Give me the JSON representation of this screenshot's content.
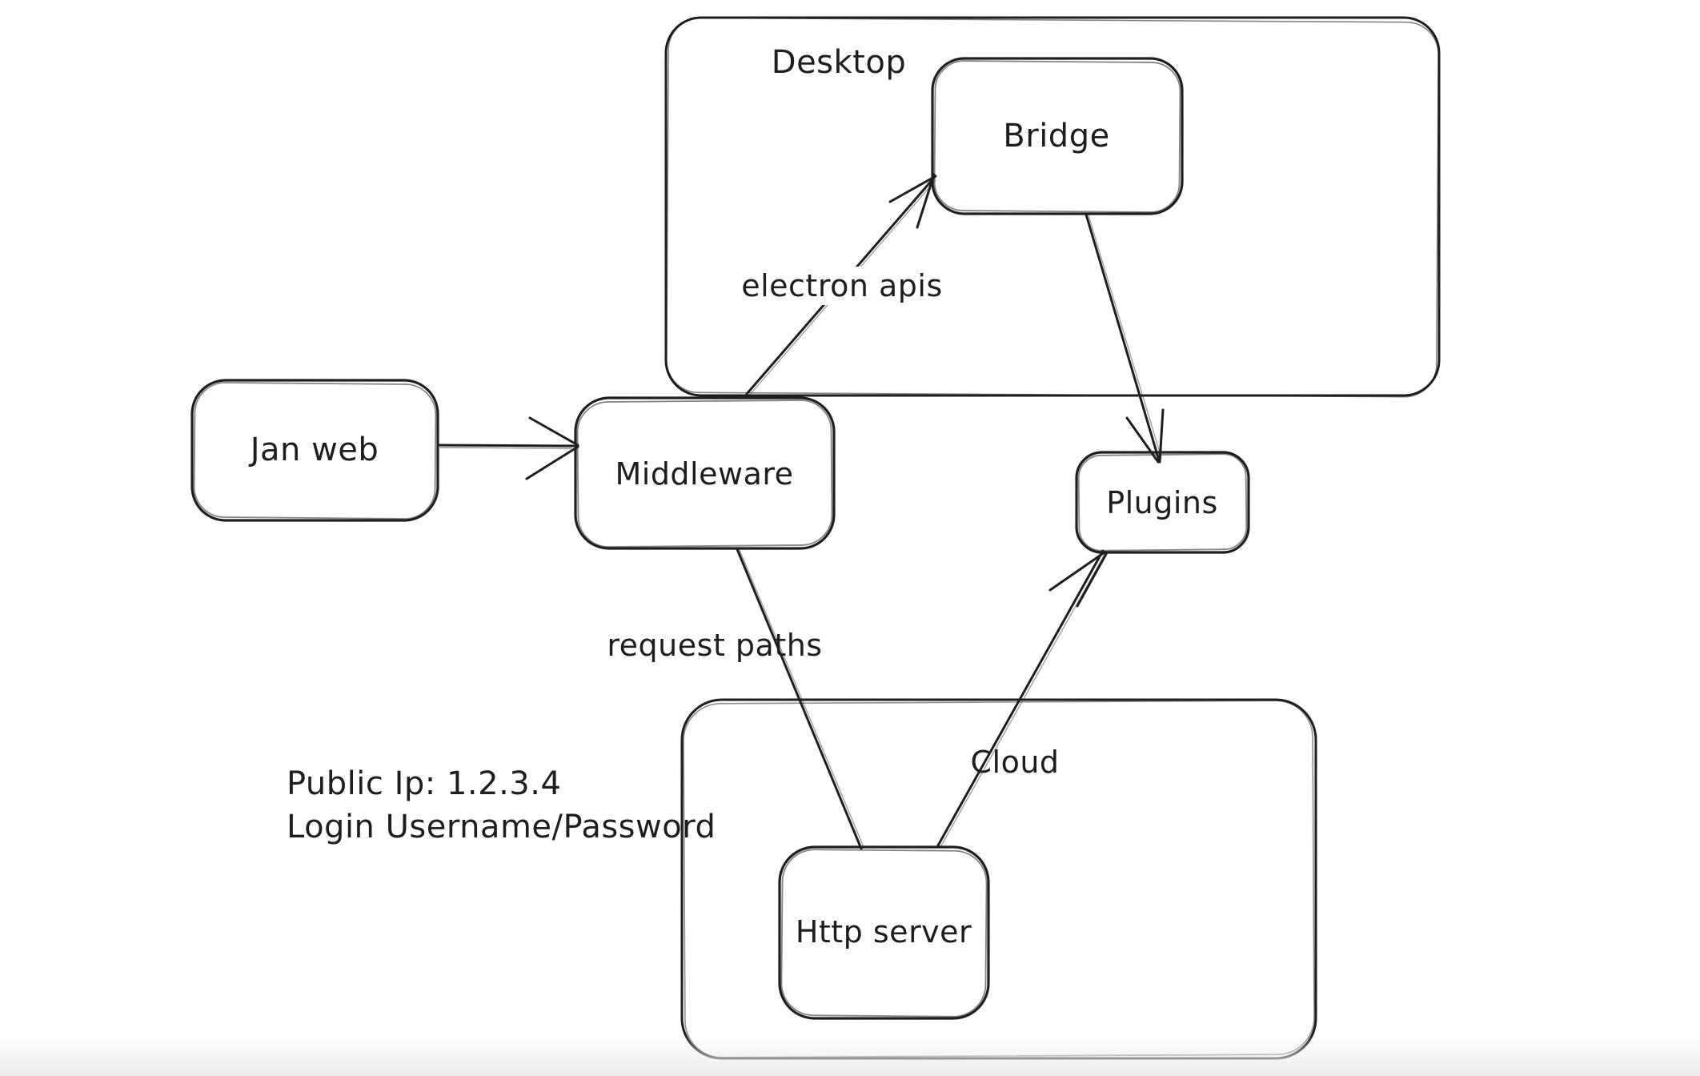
{
  "canvas": {
    "background": "#ffffff",
    "stroke_color": "#1e1e1e",
    "bottom_fade_color": "#ececef"
  },
  "containers": [
    {
      "id": "desktop",
      "label": "Desktop"
    },
    {
      "id": "cloud",
      "label": "Cloud"
    }
  ],
  "nodes": [
    {
      "id": "jan-web",
      "label": "Jan web"
    },
    {
      "id": "middleware",
      "label": "Middleware"
    },
    {
      "id": "bridge",
      "label": "Bridge"
    },
    {
      "id": "plugins",
      "label": "Plugins"
    },
    {
      "id": "http-server",
      "label": "Http server"
    }
  ],
  "edges": [
    {
      "id": "janweb-to-middleware",
      "from": "Jan web",
      "to": "Middleware",
      "label": "",
      "arrowhead": "end"
    },
    {
      "id": "middleware-to-bridge",
      "from": "Middleware",
      "to": "Bridge",
      "label": "electron apis",
      "arrowhead": "end"
    },
    {
      "id": "bridge-to-plugins",
      "from": "Bridge",
      "to": "Plugins",
      "label": "",
      "arrowhead": "end"
    },
    {
      "id": "middleware-to-httpserver",
      "from": "Middleware",
      "to": "Http server",
      "label": "request paths",
      "arrowhead": "none"
    },
    {
      "id": "httpserver-to-plugins",
      "from": "Http server",
      "to": "Plugins",
      "label": "",
      "arrowhead": "end"
    }
  ],
  "annotations": [
    {
      "id": "cloud-note",
      "lines": [
        "Public Ip: 1.2.3.4",
        "Login Username/Password"
      ]
    }
  ]
}
